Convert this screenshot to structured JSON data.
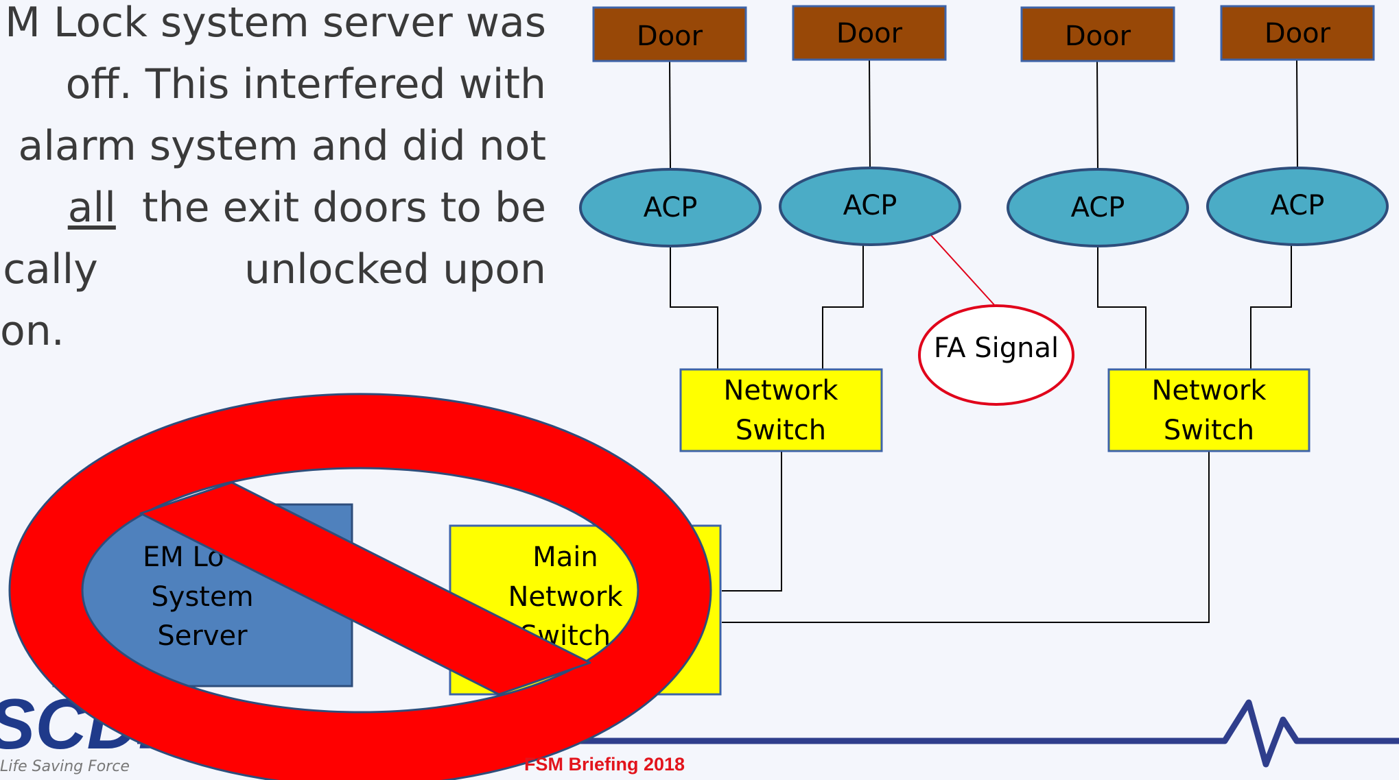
{
  "paragraph": {
    "lines": [
      "M Lock system server was",
      "off. This interfered with",
      "alarm system and did not",
      "the exit doors to be",
      "unlocked upon",
      "on."
    ],
    "underlined_word": "all",
    "line5_first": "tically"
  },
  "diagram": {
    "doors": [
      "Door",
      "Door",
      "Door",
      "Door"
    ],
    "acps": [
      "ACP",
      "ACP",
      "ACP",
      "ACP"
    ],
    "fa_signal": "FA Signal",
    "network_switch_1": [
      "Network",
      "Switch"
    ],
    "network_switch_2": [
      "Network",
      "Switch"
    ],
    "em_server": [
      "EM Lo",
      "System",
      "Server"
    ],
    "main_switch": [
      "Main",
      "Network",
      "Switch"
    ]
  },
  "footer": {
    "briefing": "FSM Briefing 2018",
    "logo_text": "SCDF",
    "tagline": "Life Saving Force"
  },
  "colors": {
    "door": "#984807",
    "acp": "#4bacc6",
    "switch": "#ffff00",
    "server": "#4f81bd",
    "prohibition": "#ff0000",
    "fa_outline": "#e0001a",
    "footer_line": "#2f3e8c"
  }
}
